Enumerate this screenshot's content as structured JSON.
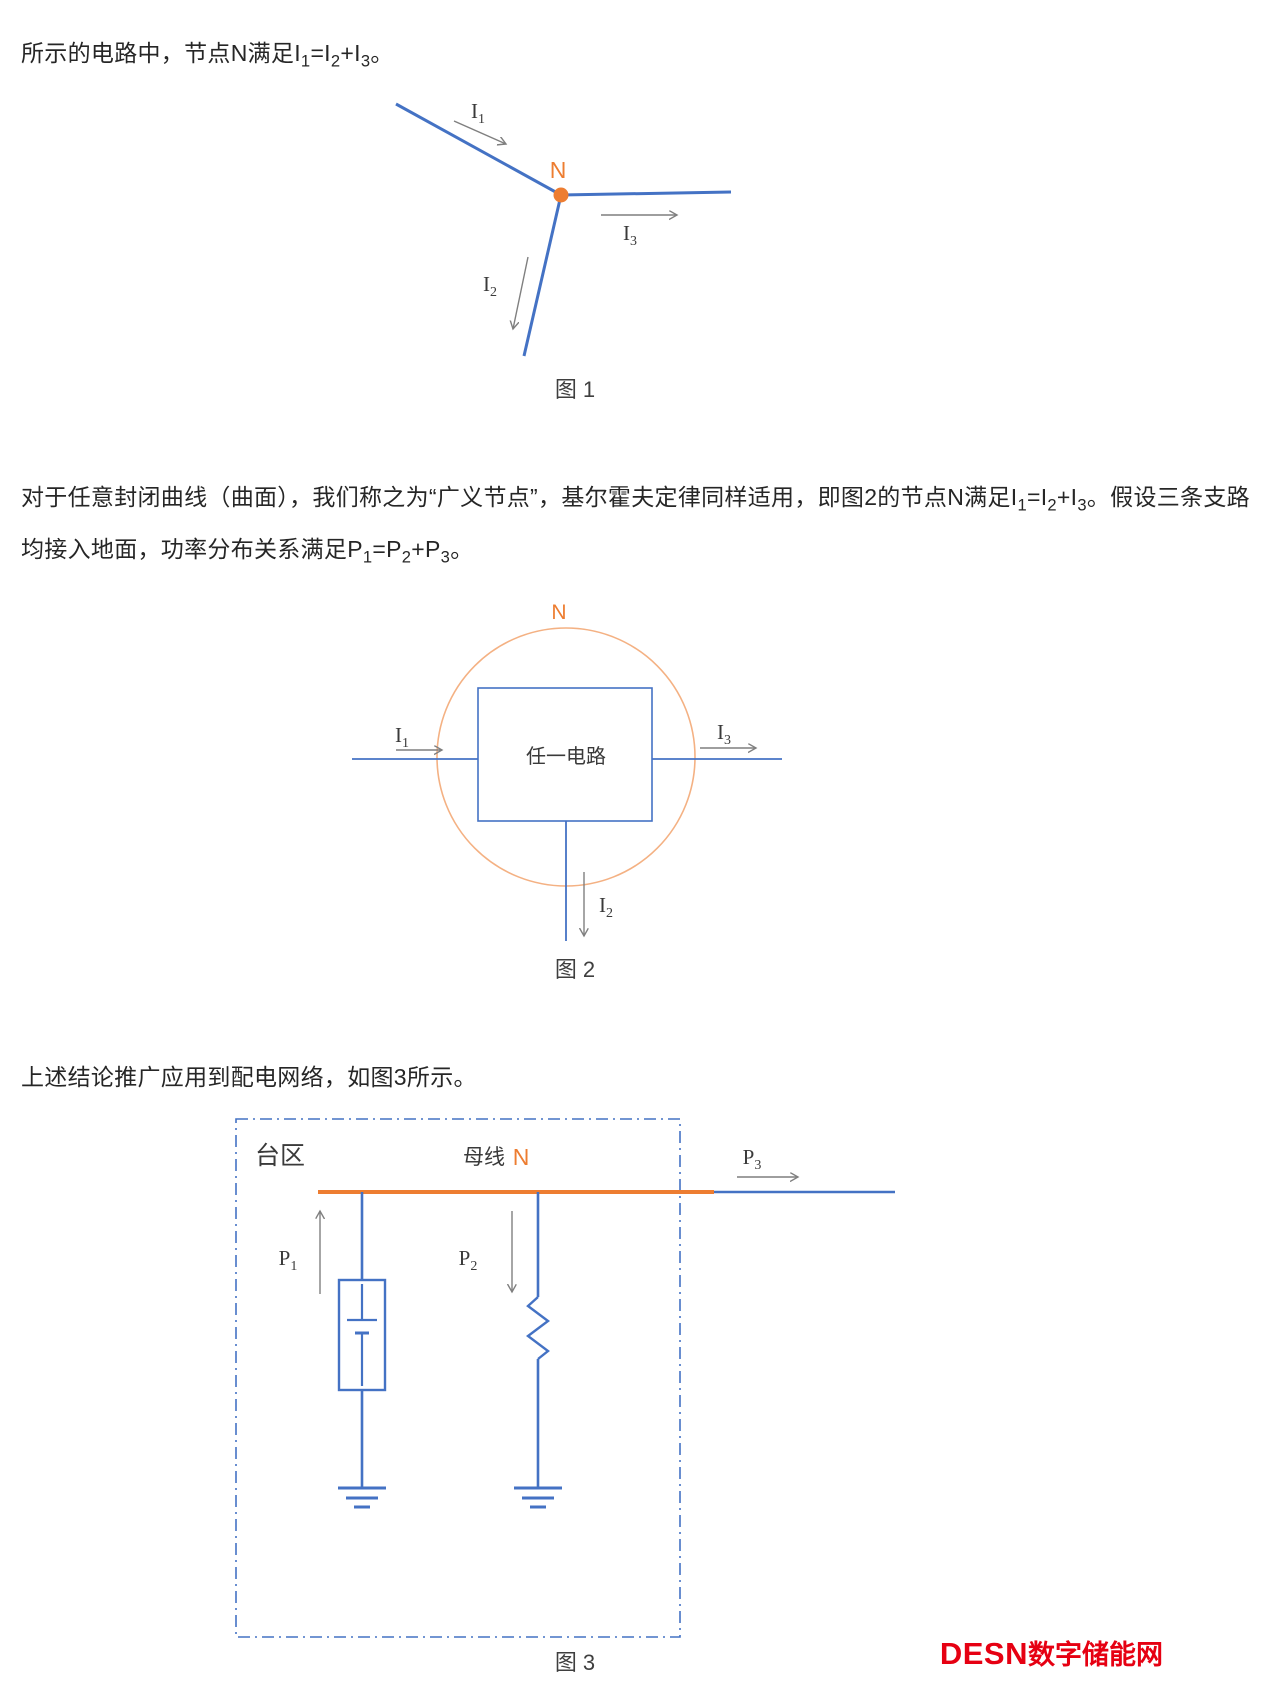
{
  "colors": {
    "line_blue": "#4472C4",
    "accent_orange": "#ED7D31",
    "circle_orange": "#F4B183",
    "arrow_gray": "#7f7f7f",
    "text_dark": "#262626",
    "logo_red": "#E60012"
  },
  "paragraphs": {
    "p1": {
      "lead": "所示的电路中，节点N满足",
      "f": {
        "b1": "I",
        "s1": "1",
        "op1": "=",
        "b2": "I",
        "s2": "2",
        "op2": "+",
        "b3": "I",
        "s3": "3",
        "end": "。"
      }
    },
    "p2": {
      "lead": "对于任意封闭曲线（曲面），我们称之为“广义节点”，基尔霍夫定律同样适用，即图2的节点N满足",
      "f1": {
        "b1": "I",
        "s1": "1",
        "op1": "=",
        "b2": "I",
        "s2": "2",
        "op2": "+",
        "b3": "I",
        "s3": "3",
        "end": "。"
      },
      "mid": "假设三条支路均接入地面，功率分布关系满足",
      "f2": {
        "b1": "P",
        "s1": "1",
        "op1": "=",
        "b2": "P",
        "s2": "2",
        "op2": "+",
        "b3": "P",
        "s3": "3",
        "end": "。"
      }
    },
    "p3": "上述结论推广应用到配电网络，如图3所示。"
  },
  "figure1": {
    "caption": "图 1",
    "node_label": "N",
    "i1": {
      "base": "I",
      "sub": "1"
    },
    "i2": {
      "base": "I",
      "sub": "2"
    },
    "i3": {
      "base": "I",
      "sub": "3"
    }
  },
  "figure2": {
    "caption": "图 2",
    "node_label": "N",
    "box_label": "任一电路",
    "i1": {
      "base": "I",
      "sub": "1"
    },
    "i2": {
      "base": "I",
      "sub": "2"
    },
    "i3": {
      "base": "I",
      "sub": "3"
    }
  },
  "figure3": {
    "caption": "图 3",
    "area_label": "台区",
    "bus_label": "母线",
    "node_label": "N",
    "p1": {
      "base": "P",
      "sub": "1"
    },
    "p2": {
      "base": "P",
      "sub": "2"
    },
    "p3": {
      "base": "P",
      "sub": "3"
    }
  },
  "logo": {
    "brand": "DESN",
    "suffix": "数字储能网"
  }
}
